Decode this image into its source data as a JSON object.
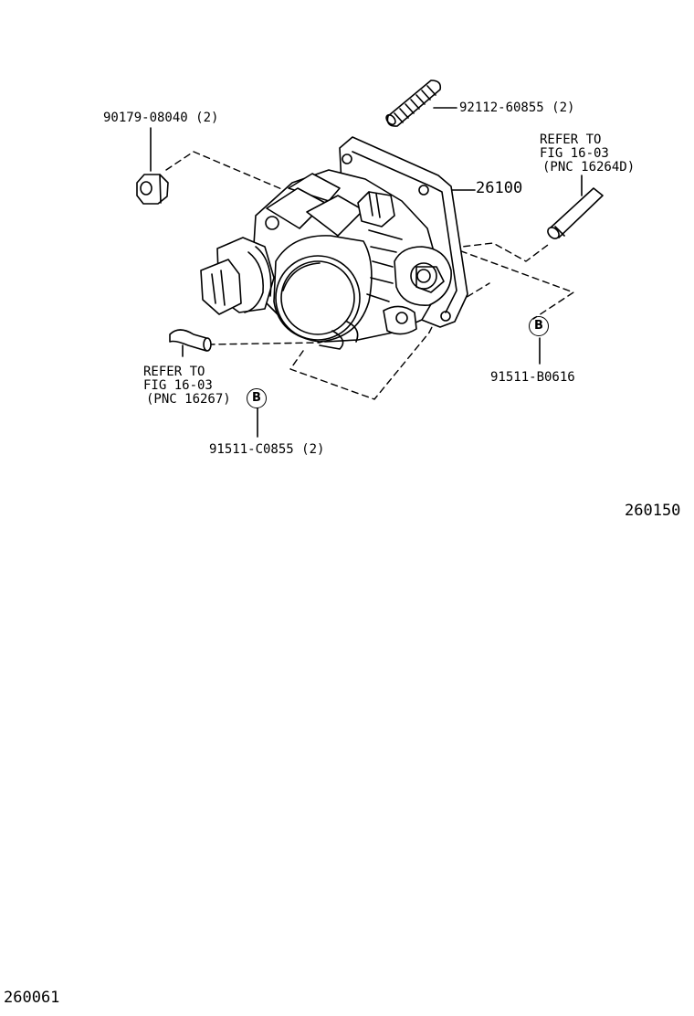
{
  "callouts": {
    "nut": "90179-08040 (2)",
    "stud": "92112-60855 (2)",
    "throttle_body": "26100",
    "bolt_right": "91511-B0616",
    "bolt_left": "91511-C0855 (2)"
  },
  "refer_right": {
    "line1": "REFER TO",
    "line2": "FIG 16-03",
    "line3": "(PNC 16264D)"
  },
  "refer_left": {
    "line1": "REFER TO",
    "line2": "FIG 16-03",
    "line3": "(PNC 16267)"
  },
  "markers": {
    "b_right": "B",
    "b_left": "B"
  },
  "figure_number": "260150",
  "page_code": "260061"
}
